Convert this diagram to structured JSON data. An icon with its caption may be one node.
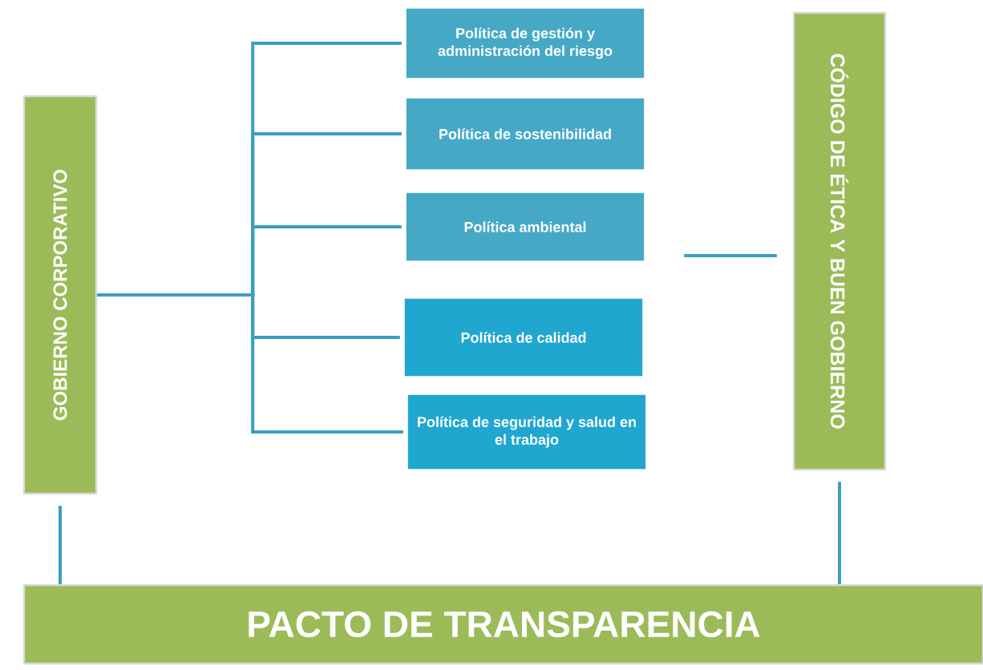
{
  "diagram": {
    "nodes": [
      {
        "text": [
          "GOBIERNO CORPORATIVO"
        ]
      },
      {
        "text": [
          "Política de gestión y administración del riesgo"
        ]
      },
      {
        "text": [
          "Política de sostenibilidad"
        ]
      },
      {
        "text": [
          "Política ambiental"
        ]
      },
      {
        "text": [
          "Política de calidad"
        ]
      },
      {
        "text": [
          "Política de seguridad y salud en el trabajo"
        ]
      },
      {
        "text": [
          "CÓDIGO DE ÉTICA Y BUEN GOBIERNO"
        ]
      },
      {
        "text": [
          "PACTO DE TRANSPARENCIA"
        ]
      }
    ],
    "edges": [
      {
        "from": 0,
        "to": 1,
        "arrow": "none"
      },
      {
        "from": 0,
        "to": 2,
        "arrow": "none"
      },
      {
        "from": 0,
        "to": 3,
        "arrow": "none"
      },
      {
        "from": 0,
        "to": 4,
        "arrow": "none"
      },
      {
        "from": 0,
        "to": 5,
        "arrow": "none"
      },
      {
        "from": 3,
        "to": 6,
        "arrow": "none"
      },
      {
        "from": 0,
        "to": 7,
        "arrow": "none"
      },
      {
        "from": 6,
        "to": 7,
        "arrow": "none"
      }
    ]
  }
}
